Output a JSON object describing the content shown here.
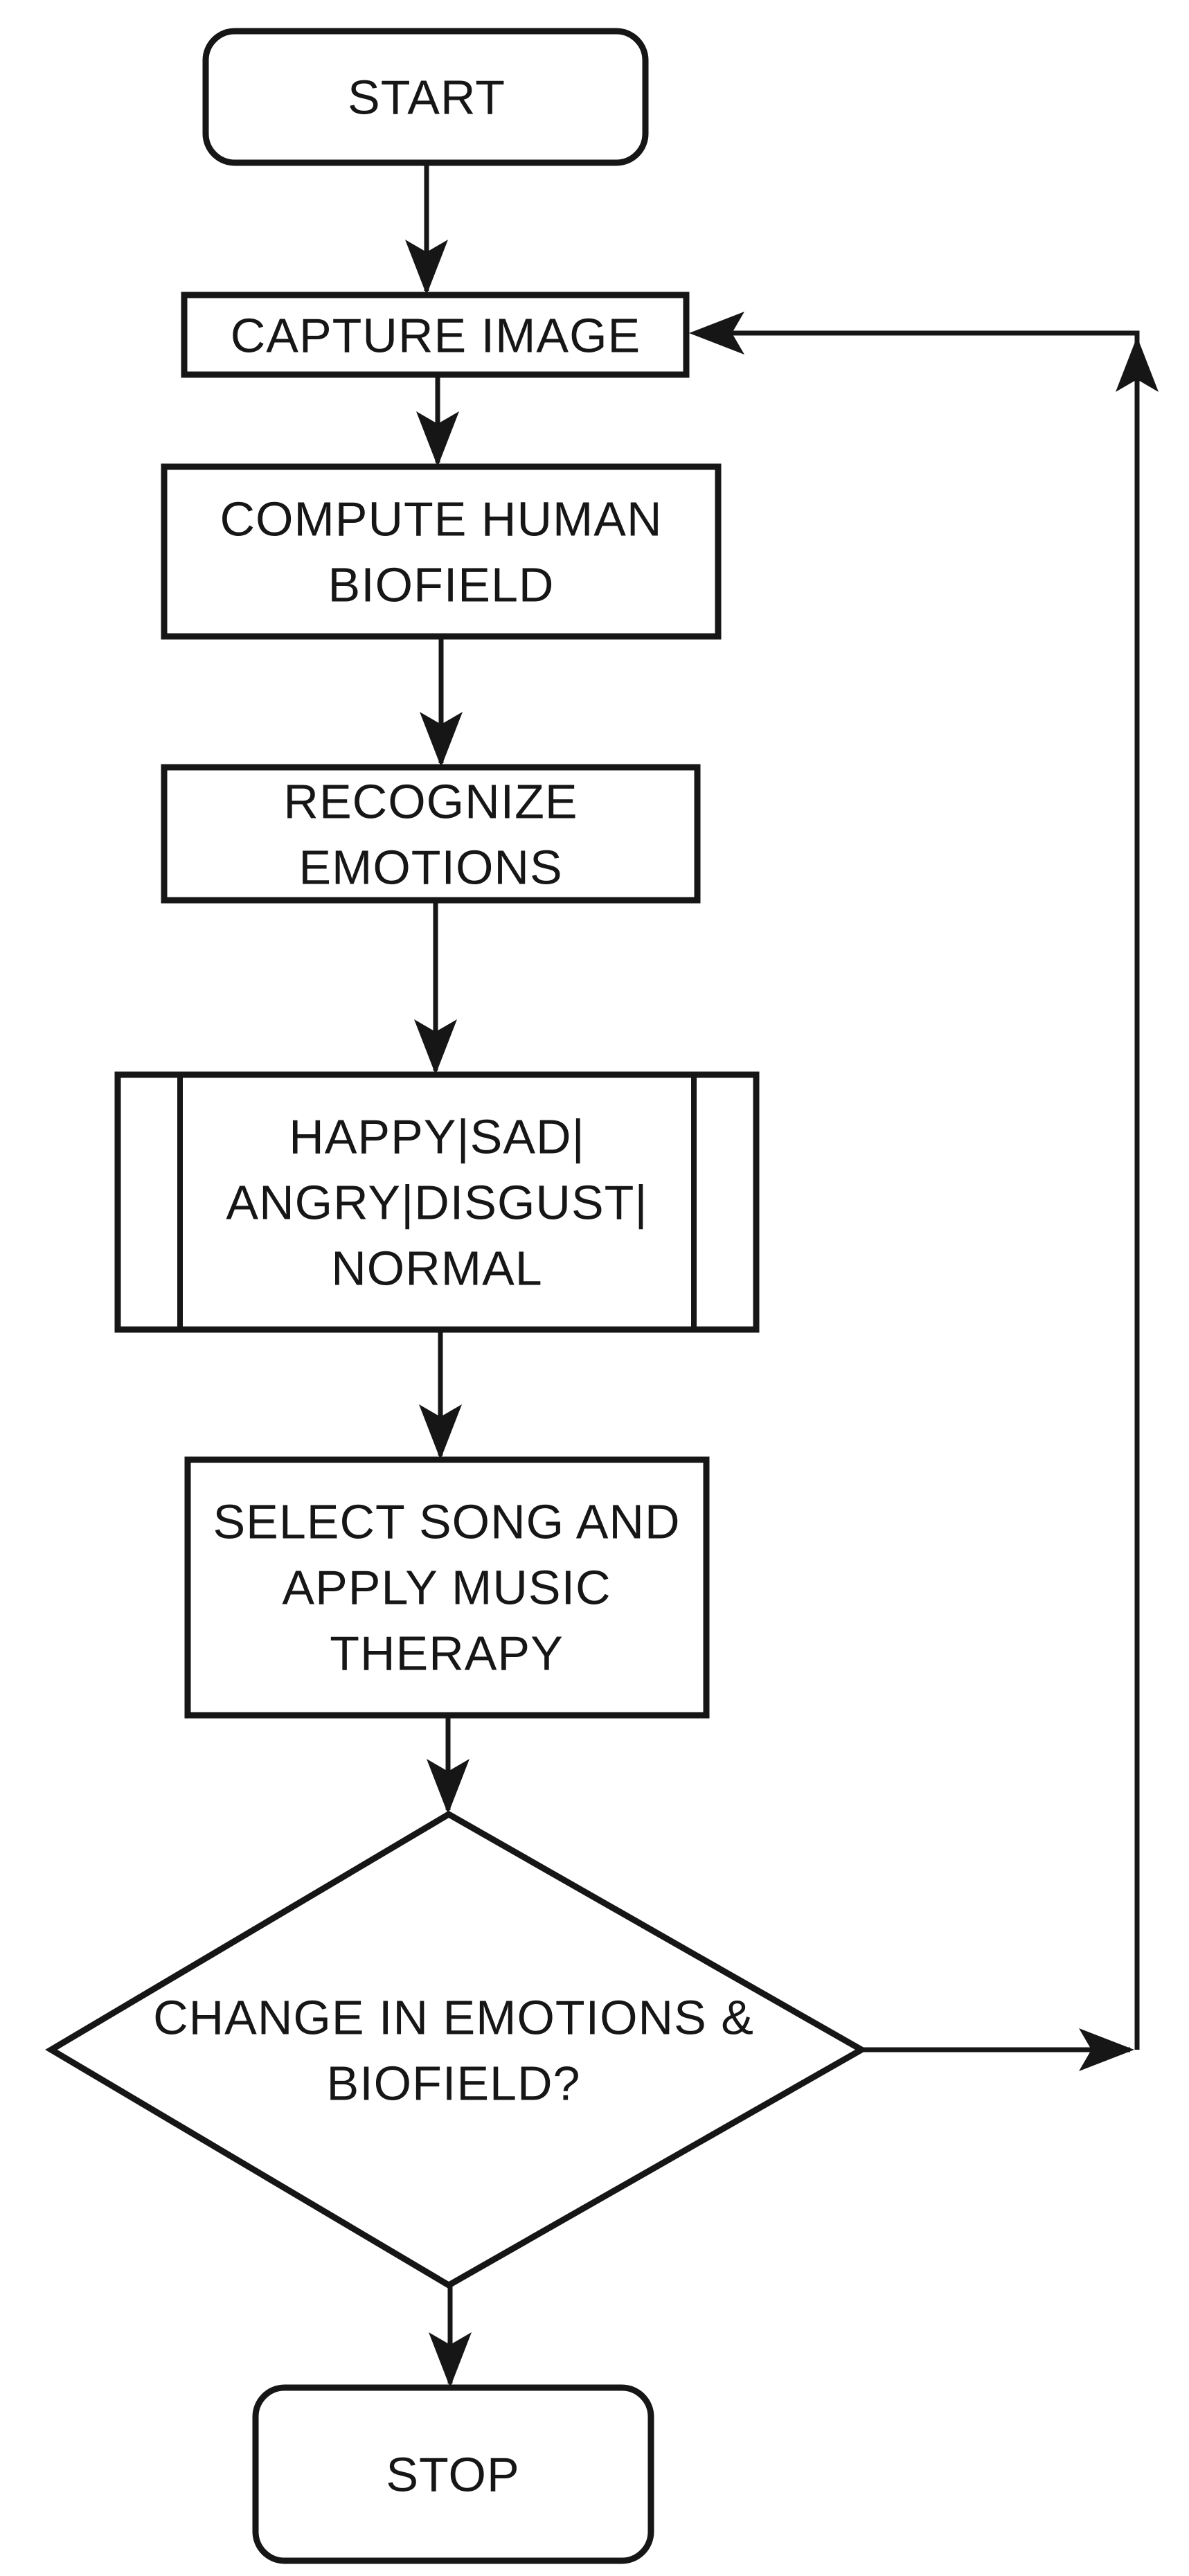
{
  "diagram": {
    "type": "flowchart",
    "background_color": "#ffffff",
    "line_color": "#161616",
    "text_color": "#161616",
    "nodes": [
      {
        "id": "start",
        "shape": "rounded-terminator",
        "lines": [
          "START"
        ]
      },
      {
        "id": "capture",
        "shape": "process-rect",
        "lines": [
          "CAPTURE IMAGE"
        ]
      },
      {
        "id": "compute",
        "shape": "process-rect",
        "lines": [
          "COMPUTE HUMAN",
          "BIOFIELD"
        ]
      },
      {
        "id": "recognize",
        "shape": "process-rect",
        "lines": [
          "RECOGNIZE",
          "EMOTIONS"
        ]
      },
      {
        "id": "emotion-classes",
        "shape": "predefined-process",
        "lines": [
          "HAPPY|SAD|",
          "ANGRY|DISGUST|",
          "NORMAL"
        ]
      },
      {
        "id": "select-song",
        "shape": "process-rect",
        "lines": [
          "SELECT SONG AND",
          "APPLY MUSIC",
          "THERAPY"
        ]
      },
      {
        "id": "decision",
        "shape": "diamond",
        "lines": [
          "CHANGE IN EMOTIONS &",
          "BIOFIELD?"
        ]
      },
      {
        "id": "stop",
        "shape": "rounded-terminator",
        "lines": [
          "STOP"
        ]
      }
    ],
    "edges": [
      {
        "from": "start",
        "to": "capture",
        "kind": "straight-down"
      },
      {
        "from": "capture",
        "to": "compute",
        "kind": "straight-down"
      },
      {
        "from": "compute",
        "to": "recognize",
        "kind": "straight-down"
      },
      {
        "from": "recognize",
        "to": "emotion-classes",
        "kind": "straight-down"
      },
      {
        "from": "emotion-classes",
        "to": "select-song",
        "kind": "straight-down"
      },
      {
        "from": "select-song",
        "to": "decision",
        "kind": "straight-down"
      },
      {
        "from": "decision",
        "to": "stop",
        "kind": "straight-down"
      },
      {
        "from": "decision",
        "to": "capture",
        "kind": "feedback-loop-right"
      }
    ]
  }
}
